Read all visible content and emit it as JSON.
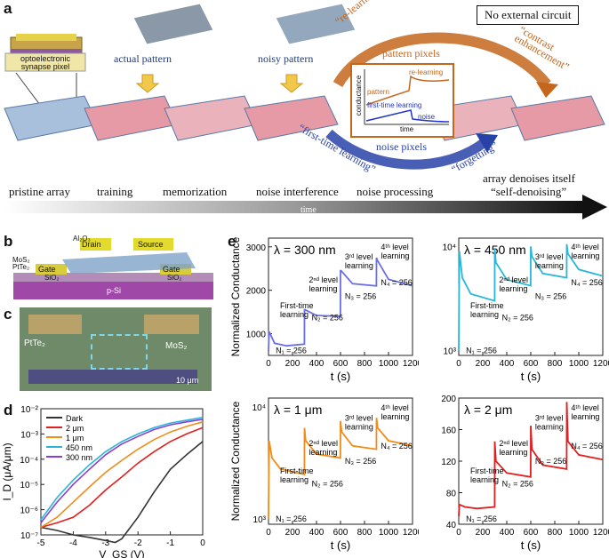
{
  "panels": {
    "a": {
      "label": "a",
      "no_circuit": "No external circuit",
      "pixel_title": "optoelectronic synapse pixel",
      "actual_pattern": "actual pattern",
      "noisy_pattern": "noisy pattern",
      "re_learning": "“re-learning”",
      "contrast_enhancement_1": "“contrast",
      "contrast_enhancement_2": "enhancement”",
      "pattern_pixels": "pattern pixels",
      "noise_pixels": "noise pixels",
      "first_time_learning": "“first-time learning”",
      "forgetting": "“forgetting”",
      "inset": {
        "ylabel": "conductance",
        "xlabel": "time",
        "re_learning": "re-learning",
        "pattern": "pattern",
        "first_time": "first-time learning",
        "noise": "noise"
      },
      "stages": [
        "pristine array",
        "training",
        "memorization",
        "noise interference",
        "noise processing",
        "array denoises itself"
      ],
      "self_denoising": "“self-denoising”",
      "time": "time"
    },
    "b": {
      "label": "b",
      "al2o3": "Al₂O₃",
      "mos2": "MoS₂",
      "ptte2": "PtTe₂",
      "drain": "Drain",
      "source": "Source",
      "gate": "Gate",
      "sio2": "SiO₂",
      "psi": "p-Si"
    },
    "c": {
      "label": "c",
      "ptte2": "PtTe₂",
      "mos2": "MoS₂",
      "scale": "10 μm"
    },
    "d": {
      "label": "d"
    },
    "e": {
      "label": "e"
    }
  },
  "chart_data": [
    {
      "type": "line",
      "panel": "d",
      "ylabel": "I_D (μA/μm)",
      "xlabel": "V_GS (V)",
      "y_scale": "log",
      "ylim": [
        1e-07,
        0.01
      ],
      "xlim": [
        -5,
        0
      ],
      "xticks": [
        -5,
        -4,
        -3,
        -2,
        -1,
        0
      ],
      "yticks": [
        "10⁻⁷",
        "10⁻⁶",
        "10⁻⁵",
        "10⁻⁴",
        "10⁻³",
        "10⁻²"
      ],
      "legend": "top-left",
      "series": [
        {
          "name": "Dark",
          "color": "#333333",
          "x": [
            -5,
            -4.5,
            -4,
            -3.5,
            -3,
            -2.7,
            -2.5,
            -2,
            -1.5,
            -1,
            -0.5,
            0
          ],
          "y": [
            2e-07,
            1.5e-07,
            1e-07,
            8e-08,
            6e-08,
            5e-08,
            7e-08,
            5e-07,
            5e-06,
            4e-05,
            0.00015,
            0.0005
          ]
        },
        {
          "name": "2 μm",
          "color": "#e02020",
          "x": [
            -5,
            -4.5,
            -4,
            -3.5,
            -3,
            -2.5,
            -2,
            -1.5,
            -1,
            -0.5,
            0
          ],
          "y": [
            2e-07,
            3e-07,
            5e-07,
            1.5e-06,
            6e-06,
            2e-05,
            7e-05,
            0.0002,
            0.0005,
            0.001,
            0.0018
          ]
        },
        {
          "name": "1 μm",
          "color": "#f08c1a",
          "x": [
            -5,
            -4.5,
            -4,
            -3.5,
            -3,
            -2.5,
            -2,
            -1.5,
            -1,
            -0.5,
            0
          ],
          "y": [
            2e-07,
            5e-07,
            2e-06,
            8e-06,
            3e-05,
            9e-05,
            0.00025,
            0.0006,
            0.0012,
            0.002,
            0.003
          ]
        },
        {
          "name": "450 nm",
          "color": "#29b6d9",
          "x": [
            -5,
            -4.5,
            -4,
            -3.5,
            -3,
            -2.5,
            -2,
            -1.5,
            -1,
            -0.5,
            0
          ],
          "y": [
            4e-07,
            3e-06,
            1.5e-05,
            6e-05,
            0.0002,
            0.0005,
            0.001,
            0.0018,
            0.0027,
            0.0035,
            0.0045
          ]
        },
        {
          "name": "300 nm",
          "color": "#8a3fd0",
          "x": [
            -5,
            -4.5,
            -4,
            -3.5,
            -3,
            -2.5,
            -2,
            -1.5,
            -1,
            -0.5,
            0
          ],
          "y": [
            3e-07,
            2e-06,
            1e-05,
            4e-05,
            0.00015,
            0.0004,
            0.0008,
            0.0015,
            0.0023,
            0.003,
            0.0038
          ]
        }
      ]
    },
    {
      "type": "line",
      "panel": "e1",
      "title": "λ = 300 nm",
      "ylabel": "Normalized Conductance",
      "xlabel": "t (s)",
      "color": "#6a6ee6",
      "xlim": [
        0,
        1200
      ],
      "ylim": [
        500,
        3200
      ],
      "xticks": [
        0,
        200,
        400,
        600,
        800,
        1000,
        1200
      ],
      "yticks": [
        1000,
        2000,
        3000
      ],
      "series": [
        {
          "x": [
            0,
            5,
            50,
            150,
            299,
            300,
            305,
            400,
            599,
            600,
            605,
            700,
            899,
            900,
            905,
            1000,
            1200
          ],
          "y": [
            600,
            1050,
            780,
            720,
            760,
            1550,
            1550,
            1420,
            1400,
            2450,
            2450,
            2150,
            2100,
            2750,
            2700,
            2250,
            2100
          ]
        }
      ],
      "annotations": [
        "First-time\nlearning",
        "N₁ = 256",
        "2ⁿᵈ level\nlearning",
        "N₂ = 256",
        "3ʳᵈ level\nlearning",
        "N₃ = 256",
        "4ᵗʰ level\nlearning",
        "N₄ = 256"
      ]
    },
    {
      "type": "line",
      "panel": "e2",
      "title": "λ = 450 nm",
      "ylabel": "",
      "xlabel": "t (s)",
      "color": "#29b6d9",
      "y_scale": "log",
      "xlim": [
        0,
        1200
      ],
      "ylim": [
        900,
        12000
      ],
      "xticks": [
        0,
        200,
        400,
        600,
        800,
        1000,
        1200
      ],
      "yticks": [
        "10³",
        "10⁴"
      ],
      "series": [
        {
          "x": [
            0,
            5,
            30,
            100,
            299,
            300,
            310,
            400,
            599,
            600,
            610,
            700,
            899,
            900,
            910,
            1000,
            1200
          ],
          "y": [
            1000,
            9000,
            5000,
            3500,
            3000,
            9500,
            7000,
            4800,
            4200,
            10000,
            8000,
            5500,
            5000,
            10500,
            8500,
            6000,
            5200
          ]
        }
      ],
      "annotations": [
        "First-time\nlearning",
        "N₁ = 256",
        "2ⁿᵈ level\nlearning",
        "N₂ = 256",
        "3ʳᵈ level\nlearning",
        "N₃ = 256",
        "4ᵗʰ level\nlearning",
        "N₄ = 256"
      ]
    },
    {
      "type": "line",
      "panel": "e3",
      "title": "λ = 1 μm",
      "ylabel": "Normalized Conductance",
      "xlabel": "t (s)",
      "color": "#f08c1a",
      "y_scale": "log",
      "xlim": [
        0,
        1200
      ],
      "ylim": [
        900,
        12000
      ],
      "xticks": [
        0,
        200,
        400,
        600,
        800,
        1000,
        1200
      ],
      "yticks": [
        "10³",
        "10⁴"
      ],
      "series": [
        {
          "x": [
            0,
            5,
            30,
            100,
            299,
            300,
            310,
            400,
            599,
            600,
            610,
            700,
            899,
            900,
            910,
            1000,
            1200
          ],
          "y": [
            1000,
            5000,
            3500,
            2800,
            2500,
            6500,
            5000,
            3800,
            3500,
            7500,
            6000,
            4500,
            4200,
            8000,
            6500,
            5000,
            4500
          ]
        }
      ],
      "annotations": [
        "First-time\nlearning",
        "N₁ = 256",
        "2ⁿᵈ level\nlearning",
        "N₂ = 256",
        "3ʳᵈ level\nlearning",
        "N₃ = 256",
        "4ᵗʰ level\nlearning",
        "N₄ = 256"
      ]
    },
    {
      "type": "line",
      "panel": "e4",
      "title": "λ = 2 μm",
      "ylabel": "",
      "xlabel": "t (s)",
      "color": "#e02020",
      "xlim": [
        0,
        1200
      ],
      "ylim": [
        40,
        200
      ],
      "xticks": [
        0,
        200,
        400,
        600,
        800,
        1000,
        1200
      ],
      "yticks": [
        40,
        80,
        120,
        160,
        200
      ],
      "series": [
        {
          "x": [
            0,
            5,
            50,
            150,
            299,
            300,
            310,
            400,
            599,
            600,
            610,
            700,
            899,
            900,
            910,
            1000,
            1200
          ],
          "y": [
            50,
            65,
            62,
            60,
            62,
            145,
            120,
            105,
            100,
            165,
            135,
            115,
            110,
            195,
            145,
            128,
            122
          ]
        }
      ],
      "annotations": [
        "First-time\nlearning",
        "N₁ = 256",
        "2ⁿᵈ level\nlearning",
        "N₂ = 256",
        "3ʳᵈ level\nlearning",
        "N₃ = 256",
        "4ᵗʰ level\nlearning",
        "N₄ = 256"
      ]
    }
  ]
}
